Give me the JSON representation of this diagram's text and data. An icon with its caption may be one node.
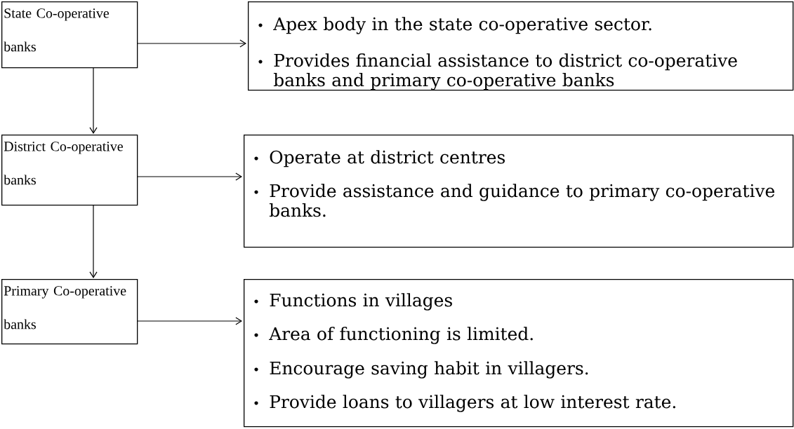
{
  "diagram": {
    "nodes": [
      {
        "text": [
          "State Co-operative banks"
        ]
      },
      {
        "text": [
          "Apex body in the state co-operative sector.",
          "Provides financial assistance to district co-operative banks and primary co-operative banks"
        ]
      },
      {
        "text": [
          "District Co-operative banks"
        ]
      },
      {
        "text": [
          "Operate at district centres",
          "Provide assistance and guidance to primary co-operative banks."
        ]
      },
      {
        "text": [
          "Primary Co-operative banks"
        ]
      },
      {
        "text": [
          "Functions in villages",
          "Area of functioning is limited.",
          "Encourage saving habit in villagers.",
          "Provide loans to villagers at low interest rate."
        ]
      }
    ],
    "edges": [
      {
        "from": 0,
        "to": 1,
        "arrow": "to"
      },
      {
        "from": 0,
        "to": 2,
        "arrow": "to"
      },
      {
        "from": 2,
        "to": 3,
        "arrow": "to"
      },
      {
        "from": 2,
        "to": 4,
        "arrow": "to"
      },
      {
        "from": 4,
        "to": 5,
        "arrow": "to"
      }
    ]
  }
}
